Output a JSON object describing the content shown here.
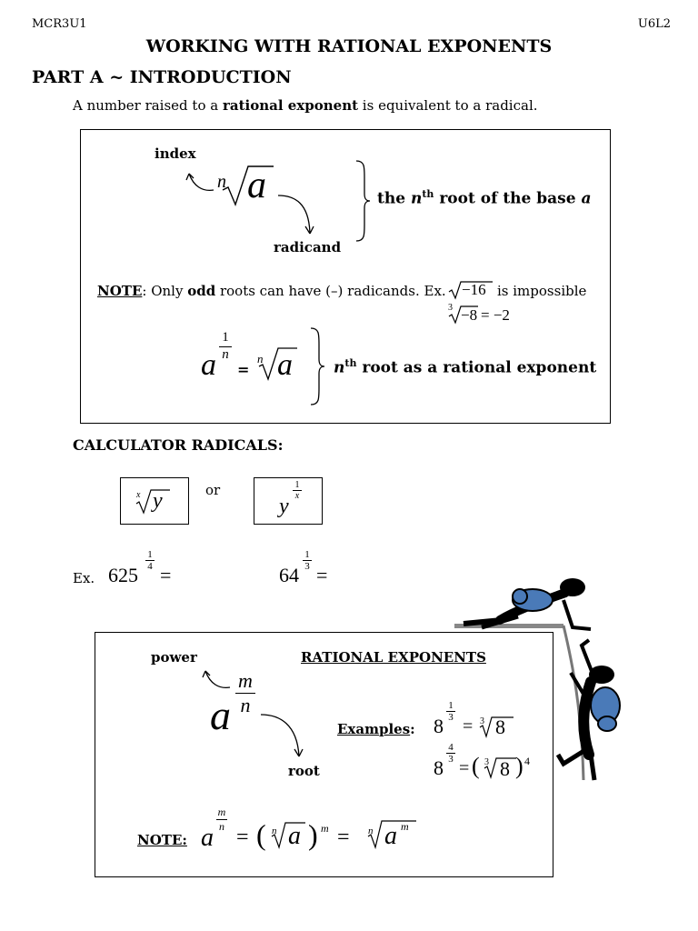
{
  "header": {
    "course": "MCR3U1",
    "unit": "U6L2"
  },
  "title": "WORKING WITH RATIONAL EXPONENTS",
  "part_a": {
    "heading": "PART A ~ INTRODUCTION",
    "intro_pre": "A number raised to a ",
    "intro_bold": "rational exponent",
    "intro_post": " is equivalent to a radical."
  },
  "box1": {
    "index_label": "index",
    "radicand_label": "radicand",
    "n": "n",
    "a": "a",
    "nth_root_pre": "the ",
    "nth_root_n": "n",
    "nth_root_th": "th",
    "nth_root_post": " root of the base ",
    "nth_root_a": "a",
    "note_label": "NOTE",
    "note_pre": ":  Only ",
    "note_bold": "odd",
    "note_post": " roots can have (–) radicands.   Ex.",
    "ex1_radicand": "−16",
    "ex1_post": "is impossible",
    "ex2_index": "3",
    "ex2_radicand": "−8",
    "ex2_result": "= −2",
    "frac_num": "1",
    "frac_den": "n",
    "equals": "=",
    "rational_n": "n",
    "rational_th": "th",
    "rational_post": " root as a rational exponent"
  },
  "calculator": {
    "heading": "CALCULATOR RADICALS:",
    "key1_index": "x",
    "key1_base": "y",
    "or": "or",
    "key2_base": "y",
    "key2_num": "1",
    "key2_den": "x",
    "ex_label": "Ex.",
    "ex1_base": "625",
    "ex1_num": "1",
    "ex1_den": "4",
    "ex1_eq": "=",
    "ex2_base": "64",
    "ex2_num": "1",
    "ex2_den": "3",
    "ex2_eq": "="
  },
  "box2": {
    "power_label": "power",
    "heading": "RATIONAL EXPONENTS",
    "m": "m",
    "n": "n",
    "a": "a",
    "root_label": "root",
    "examples_label": "Examples",
    "examples_colon": ":",
    "ex1_base": "8",
    "ex1_num": "1",
    "ex1_den": "3",
    "ex1_eq": "=",
    "ex1_index": "3",
    "ex1_radicand": "8",
    "ex2_base": "8",
    "ex2_num": "4",
    "ex2_den": "3",
    "ex2_eq": "=",
    "ex2_index": "3",
    "ex2_radicand": "8",
    "ex2_power": "4",
    "note_label": "NOTE:",
    "note_a": "a",
    "note_m": "m",
    "note_n": "n",
    "note_eq": "=",
    "note_index": "n",
    "note_power": "m",
    "note_eq2": "="
  },
  "colors": {
    "ink": "#000000",
    "climber_pack": "#4a7ab8"
  },
  "icons": [
    "left-curved-arrow-icon",
    "right-curved-arrow-icon",
    "brace-icon",
    "climbers-clipart-icon"
  ]
}
